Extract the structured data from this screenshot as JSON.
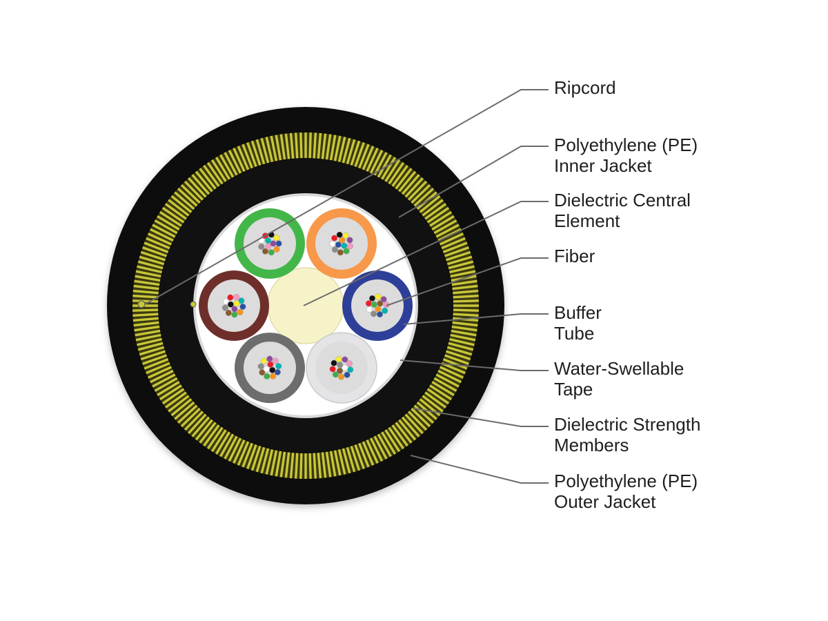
{
  "labels": {
    "ripcord": [
      "Ripcord"
    ],
    "inner_jacket": [
      "Polyethylene (PE)",
      "Inner Jacket"
    ],
    "central_element": [
      "Dielectric Central",
      "Element"
    ],
    "fiber": [
      "Fiber"
    ],
    "buffer_tube": [
      "Buffer",
      "Tube"
    ],
    "water_tape": [
      "Water-Swellable",
      "Tape"
    ],
    "strength_members": [
      "Dielectric Strength",
      "Members"
    ],
    "outer_jacket": [
      "Polyethylene (PE)",
      "Outer Jacket"
    ]
  },
  "colors": {
    "jacket": "#111111",
    "strength_yellow": "#c9c63a",
    "strength_dark": "#3a3a10",
    "core": "#ffffff",
    "central_element": "#f7f3c9",
    "leader_line": "#6b6b6b"
  },
  "buffer_tubes": [
    {
      "name": "green",
      "color": "#43b649"
    },
    {
      "name": "orange",
      "color": "#f7984a"
    },
    {
      "name": "blue",
      "color": "#2e3f99"
    },
    {
      "name": "white",
      "color": "#e4e4e6"
    },
    {
      "name": "gray",
      "color": "#6d6d6d"
    },
    {
      "name": "brown",
      "color": "#6e2f2b"
    }
  ],
  "fiber_colors": [
    "#2b51a3",
    "#f7941d",
    "#3fae49",
    "#8a5a2b",
    "#8c8c8c",
    "#ffffff",
    "#ed1c24",
    "#111111",
    "#f9ed32",
    "#8e4a9e",
    "#f49ac1",
    "#00b3b0"
  ]
}
